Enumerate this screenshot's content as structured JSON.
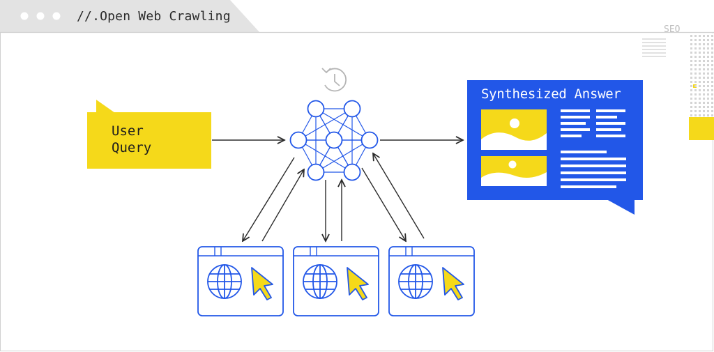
{
  "window": {
    "tab_title": "//.Open Web Crawling",
    "corner_label": "SEO"
  },
  "diagram": {
    "input_label": "User\nQuery",
    "output_title": "Synthesized Answer",
    "browser_count": 3
  },
  "colors": {
    "accent_yellow": "#f5d91a",
    "accent_blue": "#2257e8",
    "line_dark": "#2b2b2b",
    "chrome_gray": "#e3e3e3"
  }
}
